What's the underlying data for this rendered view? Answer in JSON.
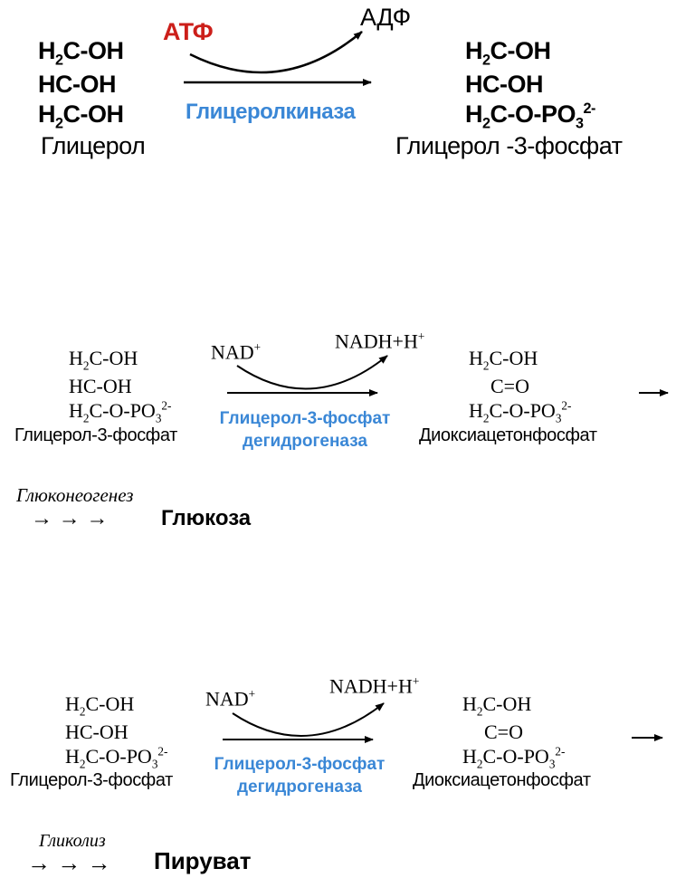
{
  "reaction1": {
    "substrate": {
      "line1": "H",
      "line1b": "C-OH",
      "line2": "HC-OH",
      "line3": "H",
      "line3b": "C-OH",
      "sub": "2",
      "name": "Глицерол"
    },
    "cofactor_in": "АТФ",
    "cofactor_out": "АДФ",
    "enzyme": "Глицеролкиназа",
    "product": {
      "line1": "H",
      "line1b": "C-OH",
      "line2": "HC-OH",
      "line3": "H",
      "line3b": "C-O-PO",
      "sub": "2",
      "sub3": "3",
      "sup": "2-",
      "name": "Глицерол -3-фосфат"
    }
  },
  "reaction2": {
    "substrate": {
      "line1": "H",
      "line1b": "C-OH",
      "line2": "HC-OH",
      "line3": "H",
      "line3b": "C-O-PO",
      "sub": "2",
      "sub3": "3",
      "sup": "2-",
      "name": "Глицерол-3-фосфат"
    },
    "cofactor_in": "NAD",
    "cofactor_in_sup": "+",
    "cofactor_out": "NADH+H",
    "cofactor_out_sup": "+",
    "enzyme_line1": "Глицерол-3-фосфат",
    "enzyme_line2": "дегидрогеназа",
    "product": {
      "line1": "H",
      "line1b": "C-OH",
      "line2": "C=O",
      "line3": "H",
      "line3b": "C-O-PO",
      "sub": "2",
      "sub3": "3",
      "sup": "2-",
      "name": "Диоксиацетонфосфат"
    },
    "pathway": "Глюконеогенез",
    "arrows": "→  →  →",
    "end_product": "Глюкоза"
  },
  "reaction3": {
    "substrate": {
      "line1": "H",
      "line1b": "C-OH",
      "line2": "HC-OH",
      "line3": "H",
      "line3b": "C-O-PO",
      "sub": "2",
      "sub3": "3",
      "sup": "2-",
      "name": "Глицерол-3-фосфат"
    },
    "cofactor_in": "NAD",
    "cofactor_in_sup": "+",
    "cofactor_out": "NADH+H",
    "cofactor_out_sup": "+",
    "enzyme_line1": "Глицерол-3-фосфат",
    "enzyme_line2": "дегидрогеназа",
    "product": {
      "line1": "H",
      "line1b": "C-OH",
      "line2": "C=O",
      "line3": "H",
      "line3b": "C-O-PO",
      "sub": "2",
      "sub3": "3",
      "sup": "2-",
      "name": "Диоксиацетонфосфат"
    },
    "pathway": "Гликолиз",
    "arrows": "→  →  →",
    "end_product": "Пируват"
  }
}
